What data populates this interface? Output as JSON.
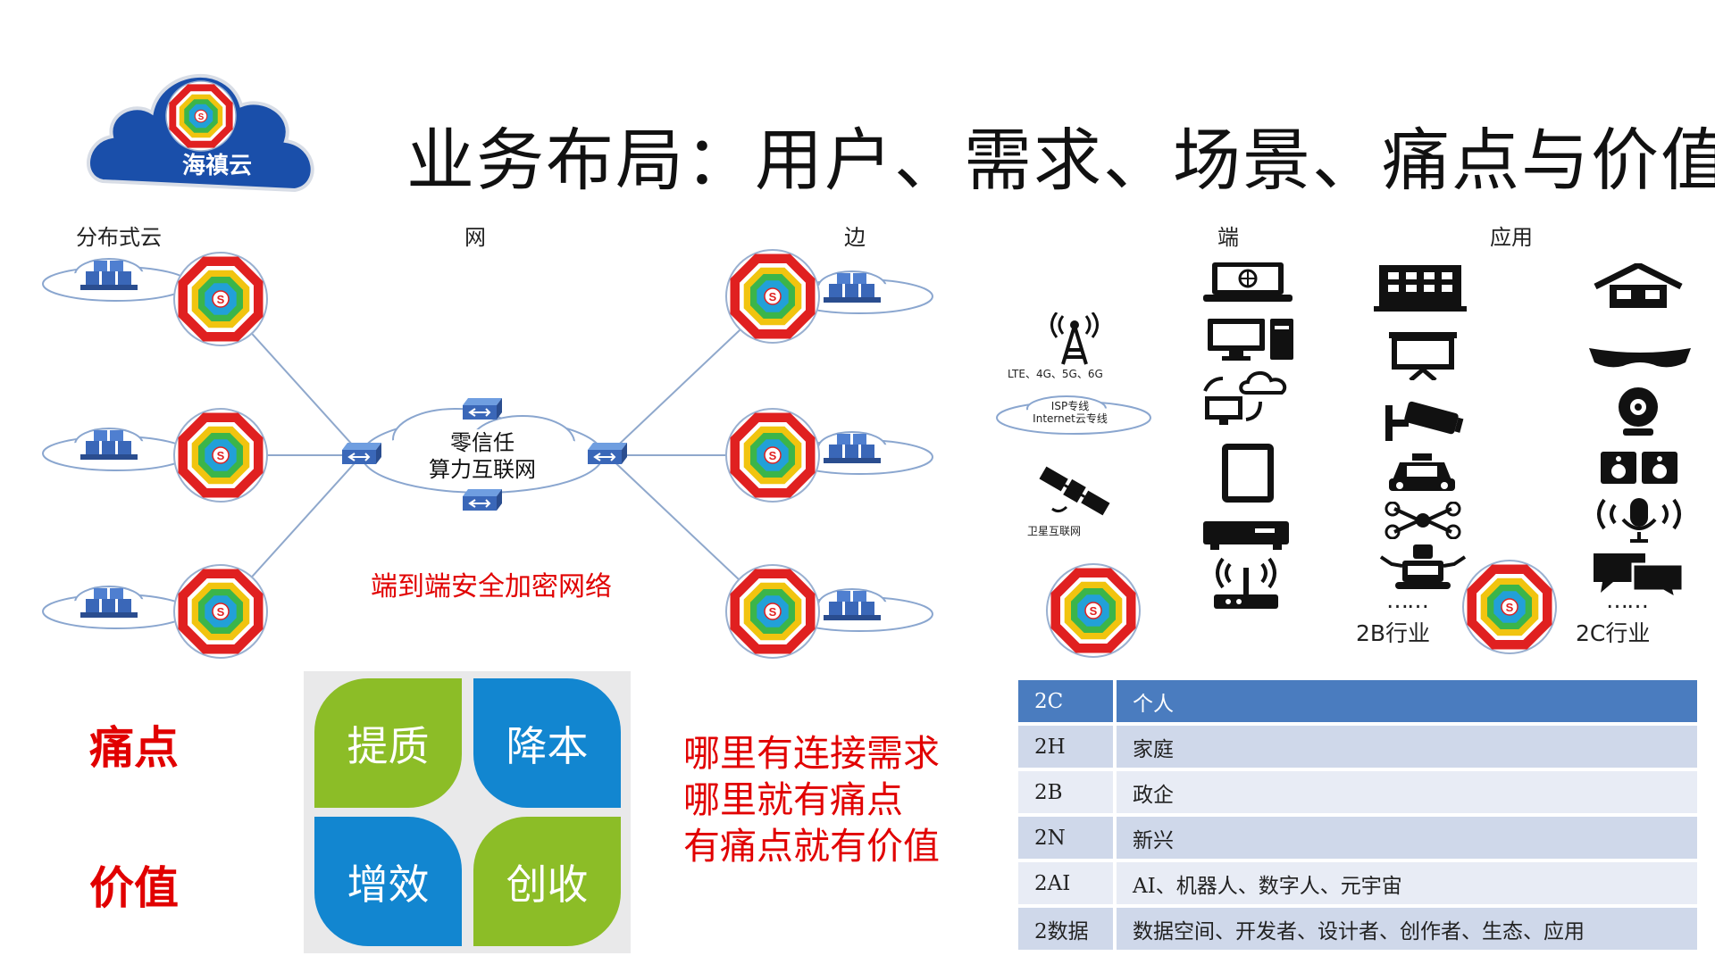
{
  "title": "业务布局：用户、需求、场景、痛点与价值",
  "logo": {
    "text": "海禛云",
    "color": "#1a4faa"
  },
  "columns": {
    "cloud": "分布式云",
    "net": "网",
    "edge": "边",
    "terminal": "端",
    "app": "应用"
  },
  "network": {
    "line1": "零信任",
    "line2": "算力互联网",
    "note": "端到端安全加密网络"
  },
  "access": {
    "cell": "LTE、4G、5G、6G",
    "isp_line1": "ISP专线",
    "isp_line2": "Internet云专线",
    "satellite": "卫星互联网"
  },
  "industries": {
    "b_dots": "……",
    "b_label": "2B行业",
    "c_dots": "……",
    "c_label": "2C行业"
  },
  "pain_value": {
    "pain": "痛点",
    "value": "价值",
    "petals": [
      "提质",
      "降本",
      "增效",
      "创收"
    ],
    "colors": {
      "green": "#8cbd27",
      "blue": "#1286d0"
    }
  },
  "why": [
    "哪里有连接需求",
    "哪里就有痛点",
    "有痛点就有价值"
  ],
  "segments": {
    "header": {
      "code": "2C",
      "desc": "个人"
    },
    "rows": [
      {
        "code": "2H",
        "desc": "家庭"
      },
      {
        "code": "2B",
        "desc": "政企"
      },
      {
        "code": "2N",
        "desc": "新兴"
      },
      {
        "code": "2AI",
        "desc": "AI、机器人、数字人、元宇宙"
      },
      {
        "code": "2数据",
        "desc": "数据空间、开发者、设计者、创作者、生态、应用"
      }
    ]
  },
  "icons": {
    "terminal": [
      "laptop-icon",
      "desktop-icon",
      "cloud-sync-icon",
      "tablet-icon",
      "set-top-box-icon",
      "router-icon"
    ],
    "industry_b": [
      "building-icon",
      "presentation-icon",
      "camera-icon",
      "car-icon",
      "drone-icon",
      "robot-icon"
    ],
    "industry_c": [
      "home-icon",
      "vr-headset-icon",
      "webcam-icon",
      "speaker-icon",
      "microphone-icon",
      "chat-icon"
    ]
  }
}
